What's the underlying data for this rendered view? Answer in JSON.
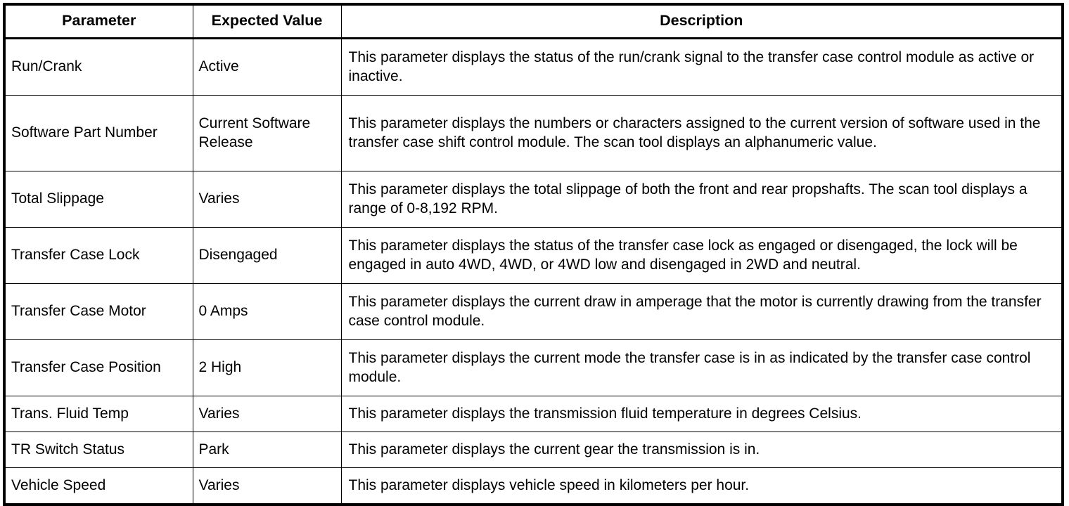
{
  "table": {
    "columns": [
      {
        "key": "parameter",
        "label": "Parameter"
      },
      {
        "key": "expected_value",
        "label": "Expected Value"
      },
      {
        "key": "description",
        "label": "Description"
      }
    ],
    "rows": [
      {
        "parameter": "Run/Crank",
        "expected_value": "Active",
        "description": "This parameter displays the status of the run/crank signal to the transfer case control module as active or inactive."
      },
      {
        "parameter": "Software Part Number",
        "expected_value": "Current Software Release",
        "description": "This parameter displays the numbers or characters assigned to the current version of software used in the transfer case shift control module. The scan tool displays an alphanumeric value."
      },
      {
        "parameter": "Total Slippage",
        "expected_value": "Varies",
        "description": "This parameter displays the total slippage of both the front and rear propshafts. The scan tool displays a range of 0-8,192 RPM."
      },
      {
        "parameter": "Transfer Case Lock",
        "expected_value": "Disengaged",
        "description": "This parameter displays the status of the transfer case lock as engaged or disengaged, the lock will be engaged in auto 4WD, 4WD, or 4WD low and disengaged in 2WD and neutral."
      },
      {
        "parameter": "Transfer Case Motor",
        "expected_value": "0 Amps",
        "description": "This parameter displays the current draw in amperage that the motor is currently drawing from the transfer case control module."
      },
      {
        "parameter": "Transfer Case Position",
        "expected_value": "2 High",
        "description": "This parameter displays the current mode the transfer case is in as indicated by the transfer case control module."
      },
      {
        "parameter": "Trans. Fluid Temp",
        "expected_value": "Varies",
        "description": "This parameter displays the transmission fluid temperature in degrees Celsius."
      },
      {
        "parameter": "TR Switch Status",
        "expected_value": "Park",
        "description": "This parameter displays the current gear the transmission is in."
      },
      {
        "parameter": "Vehicle Speed",
        "expected_value": "Varies",
        "description": "This parameter displays vehicle speed in kilometers per hour."
      }
    ]
  },
  "style": {
    "text_color": "#000000",
    "border_color": "#000000",
    "background_color": "#FFFFFF"
  }
}
